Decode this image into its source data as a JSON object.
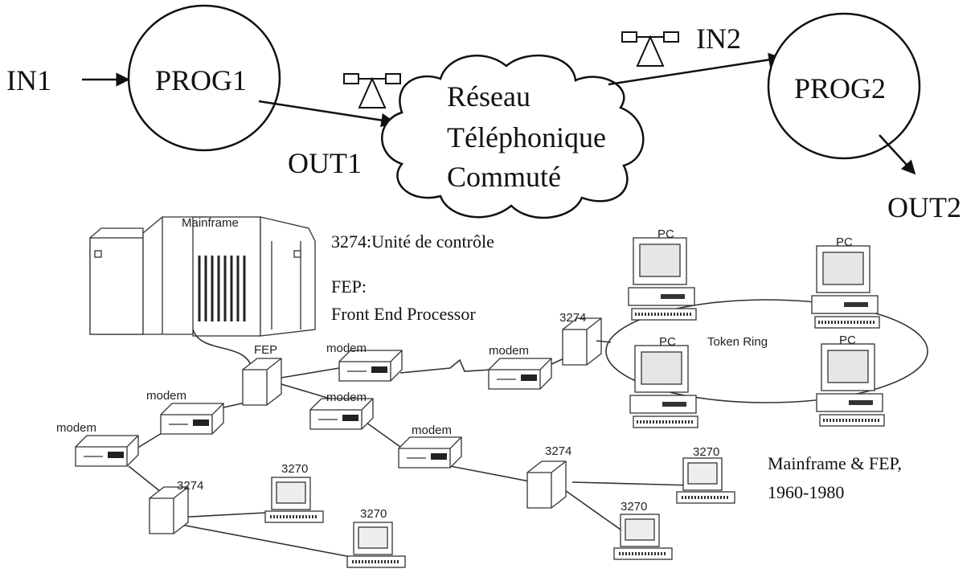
{
  "top": {
    "in1": "IN1",
    "prog1": "PROG1",
    "out1": "OUT1",
    "in2": "IN2",
    "prog2": "PROG2",
    "out2": "OUT2",
    "cloud_lines": [
      "Réseau",
      "Téléphonique",
      "Commuté"
    ]
  },
  "network": {
    "mainframe_label": "Mainframe",
    "fep_label": "FEP",
    "modem_label": "modem",
    "control_unit_label": "3274",
    "terminal_label": "3270",
    "pc_label": "PC",
    "token_ring_label": "Token Ring"
  },
  "notes": {
    "control_unit": "3274:Unité de contrôle",
    "fep_title": "FEP:",
    "fep_desc": "Front End Processor",
    "caption_line1": "Mainframe & FEP,",
    "caption_line2": "1960-1980"
  }
}
